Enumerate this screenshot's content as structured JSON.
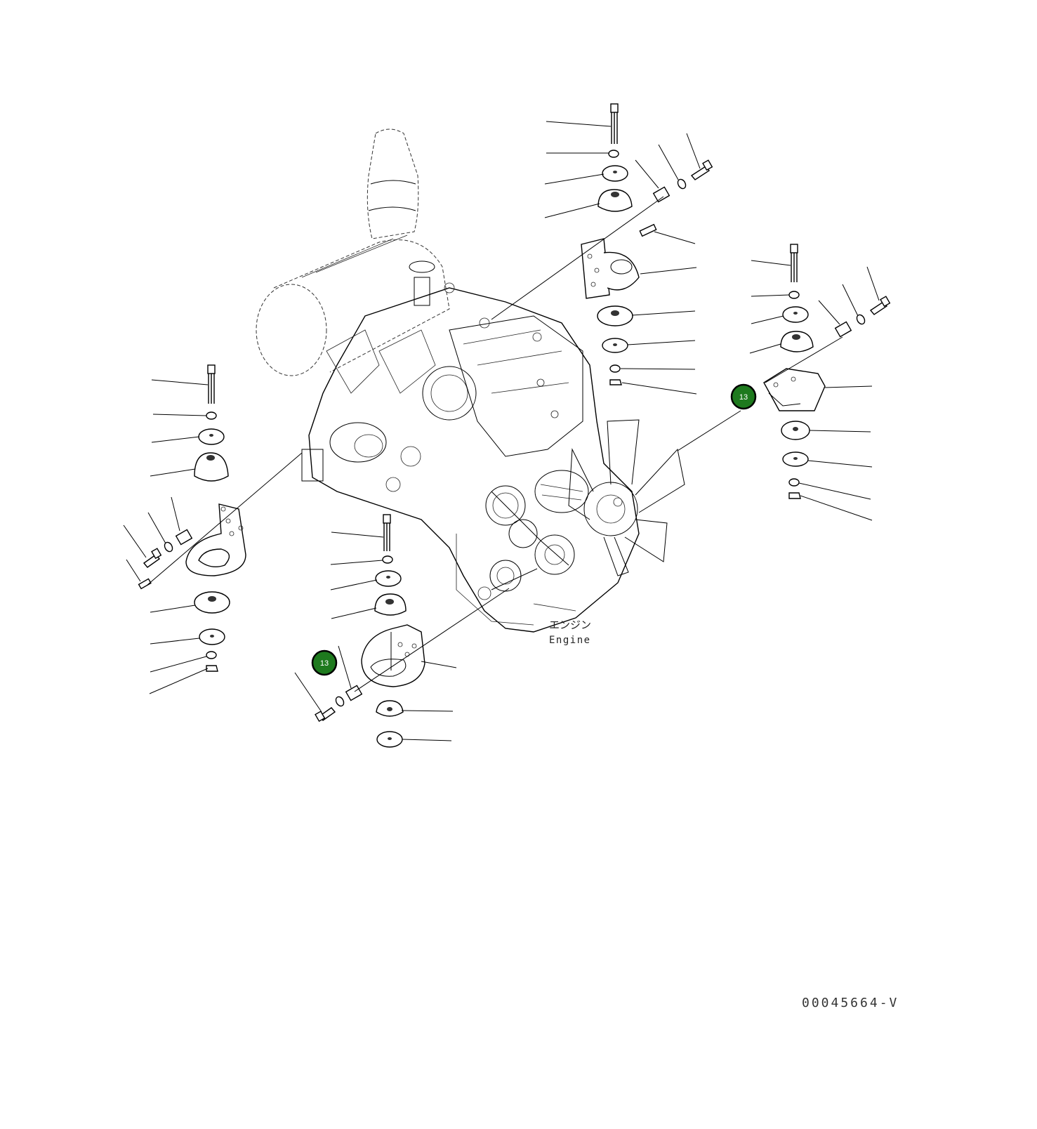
{
  "engine_label": {
    "ja": "エンジン",
    "en": "Engine"
  },
  "callouts": [
    {
      "id": "callout-13-right",
      "text": "13"
    },
    {
      "id": "callout-13-bottom",
      "text": "13"
    }
  ],
  "drawing_number": "00045664-V",
  "colors": {
    "callout_fill": "#1e7a1e",
    "callout_stroke": "#000000",
    "line": "#000000"
  }
}
